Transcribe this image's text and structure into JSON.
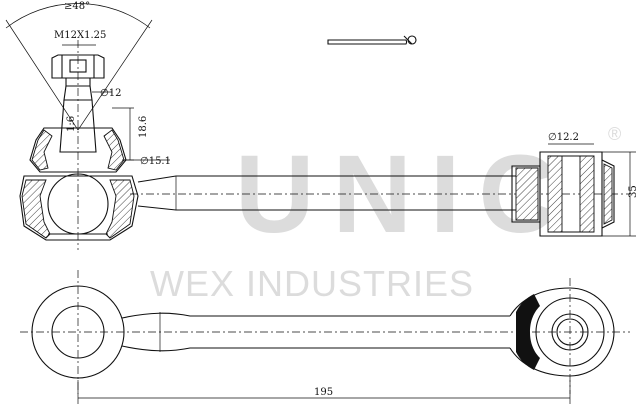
{
  "watermark": {
    "brand": "UNIC",
    "registered": "®",
    "subtitle": "WEX INDUSTRIES",
    "color": "#dcdcdc"
  },
  "dimensions": {
    "angle": "≥48°",
    "thread": "M12X1.25",
    "diameter_top": "∅12",
    "taper": "1:6",
    "height": "18.6",
    "diameter_lower": "∅15.1",
    "bushing_bore": "∅12.2",
    "bushing_height": "35",
    "overall_length": "195"
  },
  "colors": {
    "line": "#111111",
    "background": "#ffffff"
  }
}
